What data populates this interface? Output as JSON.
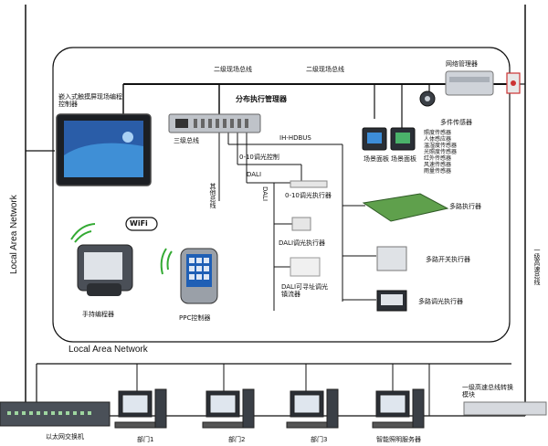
{
  "diagram": {
    "lan_left": "Local Area Network",
    "lan_bottom": "Local Area Network",
    "bus_second_left": "二级现场总线",
    "bus_second_right": "二级现场总线",
    "bus_first_right": "一级高速总线",
    "distributed_manager": "分布执行管理器",
    "third_bus": "三级总线",
    "ihbus": "IH-HDBUS",
    "dimmer_010": "0-10调光控制",
    "dali": "DALI",
    "dali_vertical": "DALI",
    "other_bus": "其他总线",
    "embedded_touch": "嵌入式触摸屏现场编程控制器",
    "handheld": "手持编程器",
    "ppc": "PPC控制器",
    "wifi": "WiFi",
    "panel_a": "场景面板",
    "panel_b": "场景面板",
    "multi_sensor": "多件传感器",
    "sensor_list": [
      "照度传感器",
      "人体感应器",
      "温湿度传感器",
      "光照度传感器",
      "红外传感器",
      "风速传感器",
      "雨量传感器"
    ],
    "gateway": "网络管理器",
    "relay_010": "0-10调光执行器",
    "dali_actuator": "DALI调光执行器",
    "dali_ballast": "DALI可寻址调光镇流器",
    "multi_exec": "多路执行器",
    "switch_exec": "多路开关执行器",
    "dim_exec": "多路调光执行器",
    "switch": "以太网交换机",
    "pc1": "部门1",
    "pc2": "部门2",
    "pc3": "部门3",
    "pc4": "智能照明服务器",
    "fiber_gateway": "一级高速总线转换模块"
  }
}
